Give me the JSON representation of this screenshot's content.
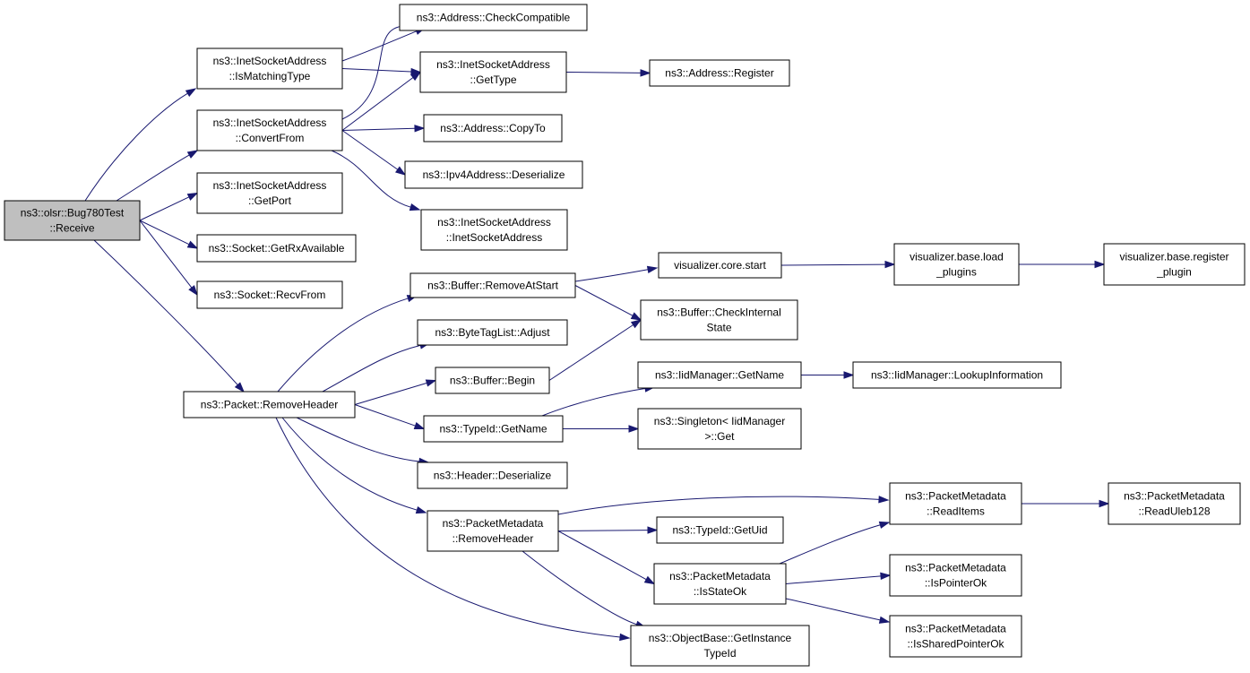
{
  "graph": {
    "nodes": [
      {
        "id": "root",
        "lines": [
          "ns3::olsr::Bug780Test",
          "::Receive"
        ],
        "highlight": true
      },
      {
        "id": "ismatching",
        "lines": [
          "ns3::InetSocketAddress",
          "::IsMatchingType"
        ]
      },
      {
        "id": "convertfrom",
        "lines": [
          "ns3::InetSocketAddress",
          "::ConvertFrom"
        ]
      },
      {
        "id": "getport",
        "lines": [
          "ns3::InetSocketAddress",
          "::GetPort"
        ]
      },
      {
        "id": "getrxavailable",
        "lines": [
          "ns3::Socket::GetRxAvailable"
        ]
      },
      {
        "id": "recvfrom",
        "lines": [
          "ns3::Socket::RecvFrom"
        ]
      },
      {
        "id": "pkt_removeheader",
        "lines": [
          "ns3::Packet::RemoveHeader"
        ]
      },
      {
        "id": "checkcompatible",
        "lines": [
          "ns3::Address::CheckCompatible"
        ]
      },
      {
        "id": "gettype",
        "lines": [
          "ns3::InetSocketAddress",
          "::GetType"
        ]
      },
      {
        "id": "copyto",
        "lines": [
          "ns3::Address::CopyTo"
        ]
      },
      {
        "id": "ipv4deser",
        "lines": [
          "ns3::Ipv4Address::Deserialize"
        ]
      },
      {
        "id": "inetctor",
        "lines": [
          "ns3::InetSocketAddress",
          "::InetSocketAddress"
        ]
      },
      {
        "id": "register",
        "lines": [
          "ns3::Address::Register"
        ]
      },
      {
        "id": "removeatstart",
        "lines": [
          "ns3::Buffer::RemoveAtStart"
        ]
      },
      {
        "id": "adjust",
        "lines": [
          "ns3::ByteTagList::Adjust"
        ]
      },
      {
        "id": "begin",
        "lines": [
          "ns3::Buffer::Begin"
        ]
      },
      {
        "id": "tid_getname",
        "lines": [
          "ns3::TypeId::GetName"
        ]
      },
      {
        "id": "hdr_deser",
        "lines": [
          "ns3::Header::Deserialize"
        ]
      },
      {
        "id": "pm_removeheader",
        "lines": [
          "ns3::PacketMetadata",
          "::RemoveHeader"
        ]
      },
      {
        "id": "vis_start",
        "lines": [
          "visualizer.core.start"
        ]
      },
      {
        "id": "checkinternal",
        "lines": [
          "ns3::Buffer::CheckInternal",
          "State"
        ]
      },
      {
        "id": "iid_getname",
        "lines": [
          "ns3::IidManager::GetName"
        ]
      },
      {
        "id": "singleton_get",
        "lines": [
          "ns3::Singleton< IidManager",
          ">::Get"
        ]
      },
      {
        "id": "getuid",
        "lines": [
          "ns3::TypeId::GetUid"
        ]
      },
      {
        "id": "isstateok",
        "lines": [
          "ns3::PacketMetadata",
          "::IsStateOk"
        ]
      },
      {
        "id": "getinstancetypeid",
        "lines": [
          "ns3::ObjectBase::GetInstance",
          "TypeId"
        ]
      },
      {
        "id": "load_plugins",
        "lines": [
          "visualizer.base.load",
          "_plugins"
        ]
      },
      {
        "id": "lookupinfo",
        "lines": [
          "ns3::IidManager::LookupInformation"
        ]
      },
      {
        "id": "readitems",
        "lines": [
          "ns3::PacketMetadata",
          "::ReadItems"
        ]
      },
      {
        "id": "ispointerok",
        "lines": [
          "ns3::PacketMetadata",
          "::IsPointerOk"
        ]
      },
      {
        "id": "issharedptrok",
        "lines": [
          "ns3::PacketMetadata",
          "::IsSharedPointerOk"
        ]
      },
      {
        "id": "register_plugin",
        "lines": [
          "visualizer.base.register",
          "_plugin"
        ]
      },
      {
        "id": "readuleb",
        "lines": [
          "ns3::PacketMetadata",
          "::ReadUleb128"
        ]
      }
    ],
    "edges": [
      [
        "root",
        "ismatching"
      ],
      [
        "root",
        "convertfrom"
      ],
      [
        "root",
        "getport"
      ],
      [
        "root",
        "getrxavailable"
      ],
      [
        "root",
        "recvfrom"
      ],
      [
        "root",
        "pkt_removeheader"
      ],
      [
        "ismatching",
        "checkcompatible"
      ],
      [
        "ismatching",
        "gettype"
      ],
      [
        "convertfrom",
        "checkcompatible"
      ],
      [
        "convertfrom",
        "gettype"
      ],
      [
        "convertfrom",
        "copyto"
      ],
      [
        "convertfrom",
        "ipv4deser"
      ],
      [
        "convertfrom",
        "inetctor"
      ],
      [
        "gettype",
        "register"
      ],
      [
        "pkt_removeheader",
        "removeatstart"
      ],
      [
        "pkt_removeheader",
        "adjust"
      ],
      [
        "pkt_removeheader",
        "begin"
      ],
      [
        "pkt_removeheader",
        "tid_getname"
      ],
      [
        "pkt_removeheader",
        "hdr_deser"
      ],
      [
        "pkt_removeheader",
        "pm_removeheader"
      ],
      [
        "pkt_removeheader",
        "getinstancetypeid"
      ],
      [
        "removeatstart",
        "vis_start"
      ],
      [
        "removeatstart",
        "checkinternal"
      ],
      [
        "begin",
        "checkinternal"
      ],
      [
        "tid_getname",
        "iid_getname"
      ],
      [
        "tid_getname",
        "singleton_get"
      ],
      [
        "iid_getname",
        "lookupinfo"
      ],
      [
        "vis_start",
        "load_plugins"
      ],
      [
        "load_plugins",
        "register_plugin"
      ],
      [
        "pm_removeheader",
        "readitems"
      ],
      [
        "pm_removeheader",
        "getuid"
      ],
      [
        "pm_removeheader",
        "isstateok"
      ],
      [
        "pm_removeheader",
        "getinstancetypeid"
      ],
      [
        "isstateok",
        "readitems"
      ],
      [
        "isstateok",
        "ispointerok"
      ],
      [
        "isstateok",
        "issharedptrok"
      ],
      [
        "readitems",
        "readuleb"
      ]
    ]
  }
}
